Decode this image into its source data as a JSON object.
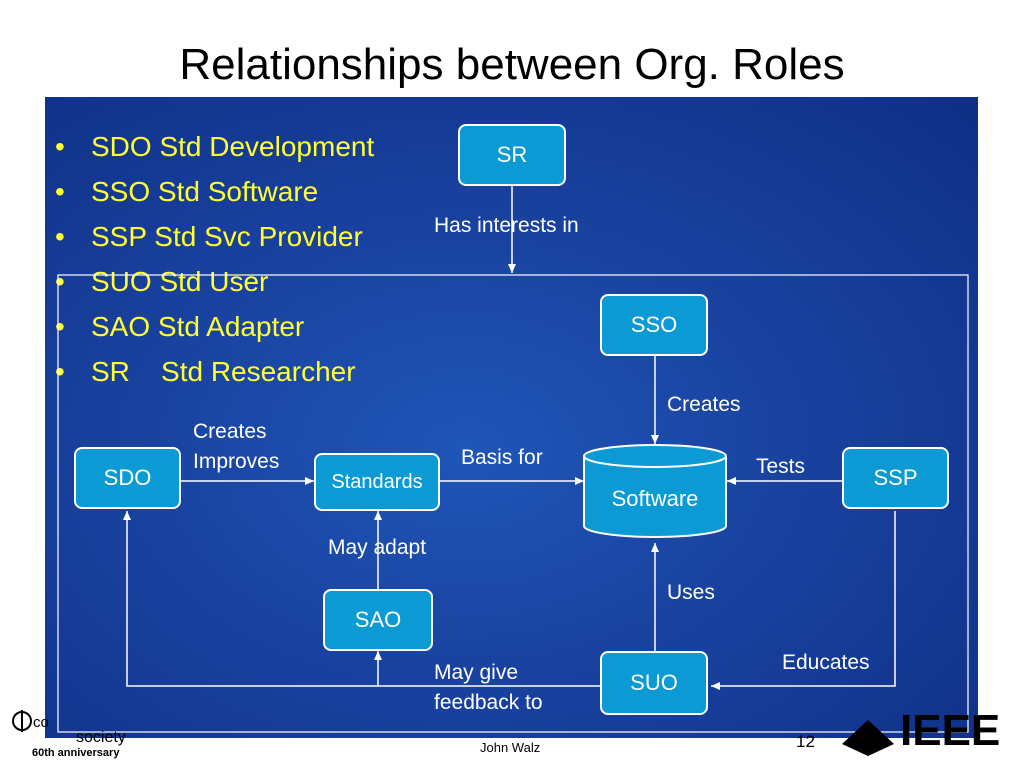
{
  "title": "Relationships between Org. Roles",
  "bullets": [
    "SDO Std Development",
    "SSO Std Software",
    "SSP Std Svc Provider",
    "SUO Std User",
    "SAO Std Adapter",
    "SR    Std Researcher"
  ],
  "nodes": {
    "sr": "SR",
    "sso": "SSO",
    "sdo": "SDO",
    "standards": "Standards",
    "software": "Software",
    "ssp": "SSP",
    "sao": "SAO",
    "suo": "SUO"
  },
  "edge_labels": {
    "has_interests_in": "Has interests in",
    "creates_sso": "Creates",
    "creates": "Creates",
    "improves": "Improves",
    "basis_for": "Basis for",
    "tests": "Tests",
    "may_adapt": "May adapt",
    "uses": "Uses",
    "educates": "Educates",
    "may_give": "May give",
    "feedback_to": "feedback to"
  },
  "footer": {
    "author": "John Walz",
    "page": "12",
    "left_logo_text_1": "society",
    "left_logo_text_2": "60th anniversary",
    "right_logo_text": "IEEE"
  },
  "colors": {
    "panel": "#1a44a2",
    "node_fill": "#0c9ad4",
    "bullet_text": "#ffff33"
  }
}
